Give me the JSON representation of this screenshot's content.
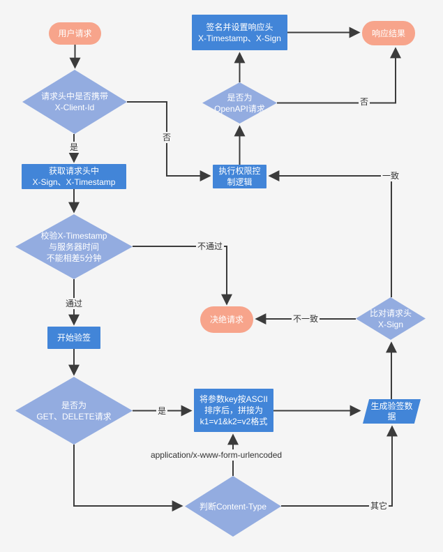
{
  "diagram_type": "flowchart",
  "colors": {
    "background": "#f5f5f5",
    "terminal_fill": "#f7a48b",
    "process_fill": "#4285d8",
    "decision_fill": "#93ace0",
    "line_color": "#3b3b3b",
    "node_text": "#ffffff",
    "label_text": "#333333"
  },
  "nodes": {
    "user_request": {
      "label": "用户请求"
    },
    "check_client_id": {
      "line1": "请求头中是否携带",
      "line2": "X-Client-Id"
    },
    "sign_response": {
      "line1": "签名并设置响应头",
      "line2": "X-Timestamp、X-Sign"
    },
    "response_result": {
      "label": "响应结果"
    },
    "is_openapi": {
      "line1": "是否为",
      "line2": "OpenAPI请求"
    },
    "get_headers": {
      "line1": "获取请求头中",
      "line2": "X-Sign、X-Timestamp"
    },
    "exec_permission": {
      "line1": "执行权限控",
      "line2": "制逻辑"
    },
    "check_timestamp": {
      "line1": "校验X-Timestamp",
      "line2": "与服务器时间",
      "line3": "不能相差5分钟"
    },
    "reject_request": {
      "label": "决绝请求"
    },
    "compare_sign": {
      "line1": "比对请求头",
      "line2": "X-Sign"
    },
    "start_verify": {
      "label": "开始验签"
    },
    "is_get_delete": {
      "line1": "是否为",
      "line2": "GET、DELETE请求"
    },
    "sort_params": {
      "line1": "将参数key按ASCII",
      "line2": "排序后，拼接为",
      "line3": "k1=v1&k2=v2格式"
    },
    "gen_sign_data": {
      "label": "生成验签数据"
    },
    "check_content_type": {
      "label": "判断Content-Type"
    }
  },
  "edge_labels": {
    "has_client_id_yes": "是",
    "has_client_id_no": "否",
    "is_openapi_no": "否",
    "timestamp_pass": "通过",
    "timestamp_fail": "不通过",
    "sign_match": "一致",
    "sign_mismatch": "不一致",
    "get_delete_yes": "是",
    "content_type_form": "application/x-www-form-urlencoded",
    "content_type_other": "其它"
  },
  "edges": [
    {
      "from": "user_request",
      "to": "check_client_id",
      "label": ""
    },
    {
      "from": "check_client_id",
      "to": "get_headers",
      "label": "是"
    },
    {
      "from": "check_client_id",
      "to": "exec_permission",
      "label": "否"
    },
    {
      "from": "get_headers",
      "to": "check_timestamp",
      "label": ""
    },
    {
      "from": "check_timestamp",
      "to": "start_verify",
      "label": "通过"
    },
    {
      "from": "check_timestamp",
      "to": "reject_request",
      "label": "不通过"
    },
    {
      "from": "start_verify",
      "to": "is_get_delete",
      "label": ""
    },
    {
      "from": "is_get_delete",
      "to": "sort_params",
      "label": "是"
    },
    {
      "from": "is_get_delete",
      "to": "check_content_type",
      "label": ""
    },
    {
      "from": "check_content_type",
      "to": "sort_params",
      "label": "application/x-www-form-urlencoded"
    },
    {
      "from": "check_content_type",
      "to": "gen_sign_data",
      "label": "其它"
    },
    {
      "from": "sort_params",
      "to": "gen_sign_data",
      "label": ""
    },
    {
      "from": "gen_sign_data",
      "to": "compare_sign",
      "label": ""
    },
    {
      "from": "compare_sign",
      "to": "exec_permission",
      "label": "一致"
    },
    {
      "from": "compare_sign",
      "to": "reject_request",
      "label": "不一致"
    },
    {
      "from": "exec_permission",
      "to": "is_openapi",
      "label": ""
    },
    {
      "from": "is_openapi",
      "to": "sign_response",
      "label": ""
    },
    {
      "from": "is_openapi",
      "to": "response_result",
      "label": "否"
    },
    {
      "from": "sign_response",
      "to": "response_result",
      "label": ""
    }
  ]
}
